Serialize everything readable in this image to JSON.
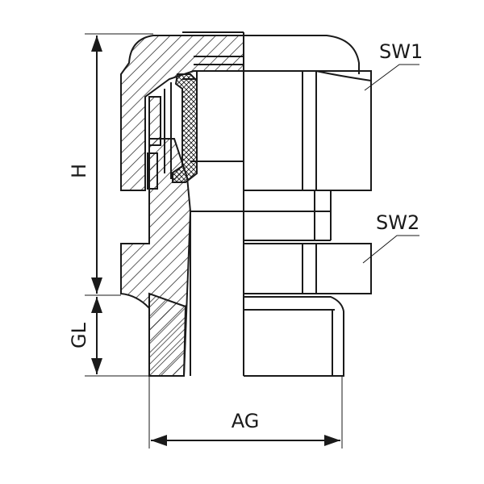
{
  "labels": {
    "sw1": "SW1",
    "sw2": "SW2",
    "h": "H",
    "gl": "GL",
    "ag": "AG"
  },
  "colors": {
    "line": "#1a1a1a",
    "background": "#ffffff"
  }
}
